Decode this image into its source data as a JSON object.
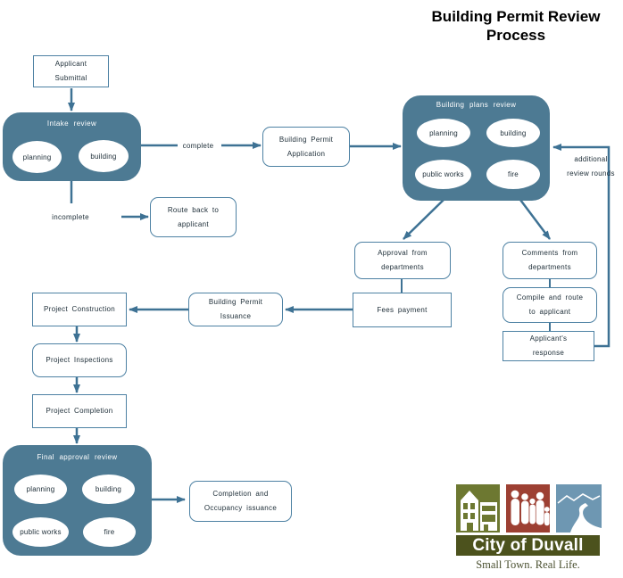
{
  "title": {
    "line1": "Building Permit Review",
    "line2": "Process"
  },
  "colors": {
    "container_fill": "#4d7a93",
    "connector": "#3e7294",
    "box_border": "#4d81a3",
    "text_ink": "#20303a",
    "logo_green": "#6d7831",
    "logo_red": "#9d4033",
    "logo_blue": "#6e97b2",
    "logo_banner": "#4c521d",
    "logo_tagline_ink": "#4a5030"
  },
  "nodes": {
    "applicant_submittal": {
      "line1": "Applicant",
      "line2": "Submittal"
    },
    "building_permit_application": {
      "line1": "Building Permit",
      "line2": "Application"
    },
    "route_back": {
      "line1": "Route back to",
      "line2": "applicant"
    },
    "approval_departments": {
      "line1": "Approval from",
      "line2": "departments"
    },
    "comments_departments": {
      "line1": "Comments from",
      "line2": "departments"
    },
    "compile_route": {
      "line1": "Compile and route",
      "line2": "to applicant"
    },
    "applicants_response": {
      "line1": "Applicant's",
      "line2": "response"
    },
    "fees_payment": {
      "line1": "Fees payment"
    },
    "building_permit_issuance": {
      "line1": "Building Permit",
      "line2": "Issuance"
    },
    "project_construction": {
      "line1": "Project Construction"
    },
    "project_inspections": {
      "line1": "Project Inspections"
    },
    "project_completion": {
      "line1": "Project Completion"
    },
    "completion_occupancy": {
      "line1": "Completion and",
      "line2": "Occupancy issuance"
    }
  },
  "containers": {
    "intake": {
      "label": "Intake review",
      "departments": [
        "planning",
        "building"
      ]
    },
    "plans": {
      "label": "Building plans review",
      "departments": [
        "planning",
        "building",
        "public works",
        "fire"
      ]
    },
    "final": {
      "label": "Final approval review",
      "departments": [
        "planning",
        "building",
        "public works",
        "fire"
      ]
    }
  },
  "edge_labels": {
    "complete": "complete",
    "incomplete": "incomplete",
    "additional_line1": "additional",
    "additional_line2": "review rounds"
  },
  "logo": {
    "name": "City of Duvall",
    "tagline": "Small Town. Real Life."
  }
}
